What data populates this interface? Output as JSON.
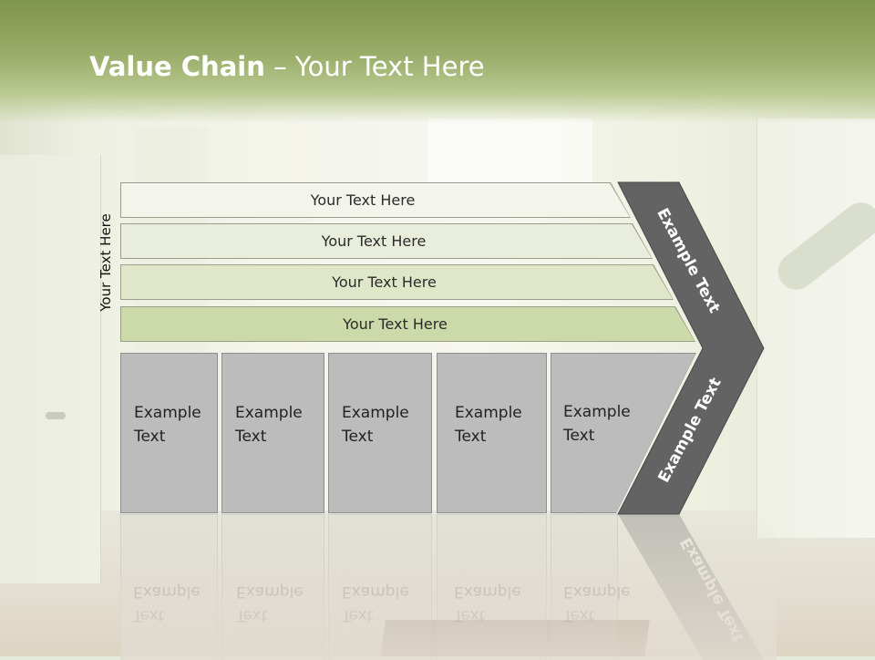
{
  "slide": {
    "title_bold": "Value Chain",
    "title_rest": " – Your Text Here",
    "side_label": "Your Text Here"
  },
  "bars": [
    {
      "label": "Your Text Here"
    },
    {
      "label": "Your Text Here"
    },
    {
      "label": "Your Text Here"
    },
    {
      "label": "Your Text Here"
    }
  ],
  "boxes": [
    {
      "line1": "Example",
      "line2": "Text"
    },
    {
      "line1": "Example",
      "line2": "Text"
    },
    {
      "line1": "Example",
      "line2": "Text"
    },
    {
      "line1": "Example",
      "line2": "Text"
    },
    {
      "line1": "Example",
      "line2": "Text"
    }
  ],
  "arrow": {
    "upper_label": "Example Text",
    "lower_label": "Example Text"
  },
  "colors": {
    "header_green": "#8fa35c",
    "bar_fill_1": "#f3f5ec",
    "bar_fill_2": "#e9eedc",
    "bar_fill_3": "#dfe7c8",
    "bar_fill_4": "#ccd9a8",
    "box_gray": "#bcbcbc",
    "arrow_gray": "#636363"
  }
}
